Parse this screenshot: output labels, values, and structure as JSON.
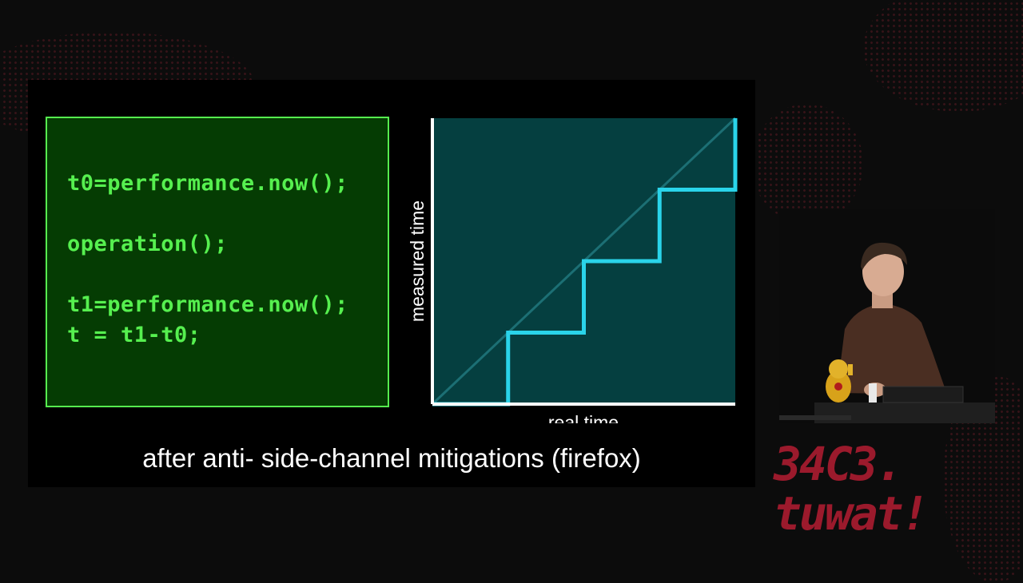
{
  "slide": {
    "code_lines": [
      "t0=performance.now();",
      "operation();",
      "t1=performance.now();",
      "t = t1-t0;"
    ],
    "caption": "after anti- side-channel mitigations (firefox)"
  },
  "chart_data": {
    "type": "line",
    "title": "",
    "xlabel": "real time",
    "ylabel": "measured time",
    "xlim": [
      0,
      4
    ],
    "ylim": [
      0,
      4
    ],
    "grid": false,
    "series": [
      {
        "style": "step",
        "color": "#2ad4ea",
        "x": [
          0,
          1,
          1,
          2,
          2,
          3,
          3,
          4,
          4
        ],
        "y": [
          0,
          0,
          1,
          1,
          2,
          2,
          3,
          3,
          4
        ]
      },
      {
        "style": "diagonal-reference",
        "color": "#1c6f74",
        "x": [
          0,
          4
        ],
        "y": [
          0,
          4
        ]
      }
    ],
    "colors": {
      "plot_bg": "#053f40",
      "axis": "#ffffff"
    }
  },
  "logo": {
    "line1": "34C3.",
    "line2": "tuwat!"
  },
  "colors": {
    "code_bg": "#053c03",
    "code_fg": "#56f04f",
    "logo": "#9b1a2c"
  }
}
